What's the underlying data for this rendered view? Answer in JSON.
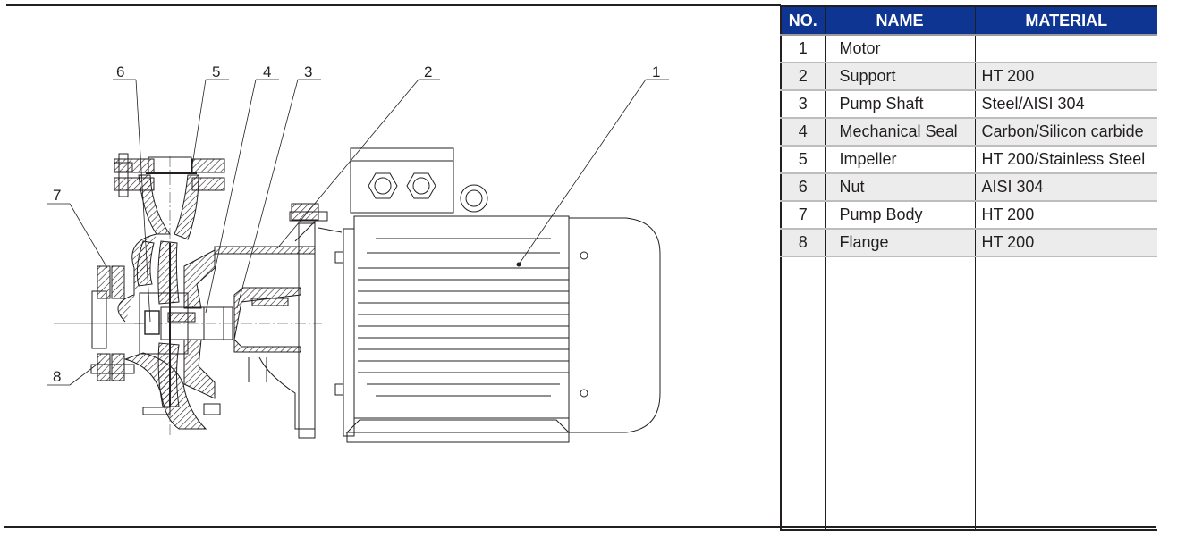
{
  "diagram": {
    "title": "Pump sectional drawing",
    "callouts": [
      "1",
      "2",
      "3",
      "4",
      "5",
      "6",
      "7",
      "8"
    ]
  },
  "parts_table": {
    "headers": {
      "no": "NO.",
      "name": "NAME",
      "material": "MATERIAL"
    },
    "header_color": "#0f3592",
    "rows": [
      {
        "no": "1",
        "name": "Motor",
        "material": ""
      },
      {
        "no": "2",
        "name": "Support",
        "material": "HT 200"
      },
      {
        "no": "3",
        "name": "Pump Shaft",
        "material": "Steel/AISI 304"
      },
      {
        "no": "4",
        "name": "Mechanical Seal",
        "material": "Carbon/Silicon carbide"
      },
      {
        "no": "5",
        "name": "Impeller",
        "material": "HT 200/Stainless Steel"
      },
      {
        "no": "6",
        "name": "Nut",
        "material": "AISI 304"
      },
      {
        "no": "7",
        "name": "Pump Body",
        "material": "HT 200"
      },
      {
        "no": "8",
        "name": "Flange",
        "material": "HT 200"
      }
    ]
  }
}
